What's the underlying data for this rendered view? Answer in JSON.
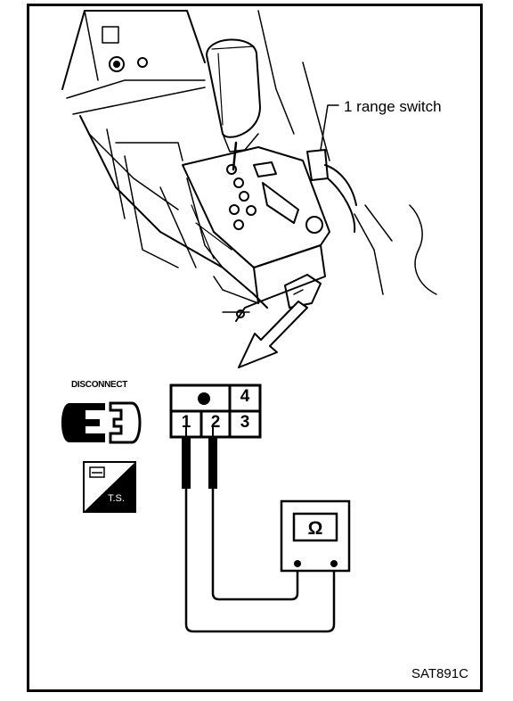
{
  "labels": {
    "range_switch": "1 range switch",
    "disconnect": "DISCONNECT",
    "ts": "T.S.",
    "figure_id": "SAT891C"
  },
  "connector": {
    "top_pin": "4",
    "bottom_pins": [
      "1",
      "2",
      "3"
    ]
  },
  "meter": {
    "symbol": "Ω"
  },
  "icons": [
    "disconnect-connector-icon",
    "tool-ts-icon",
    "ohmmeter-icon"
  ]
}
